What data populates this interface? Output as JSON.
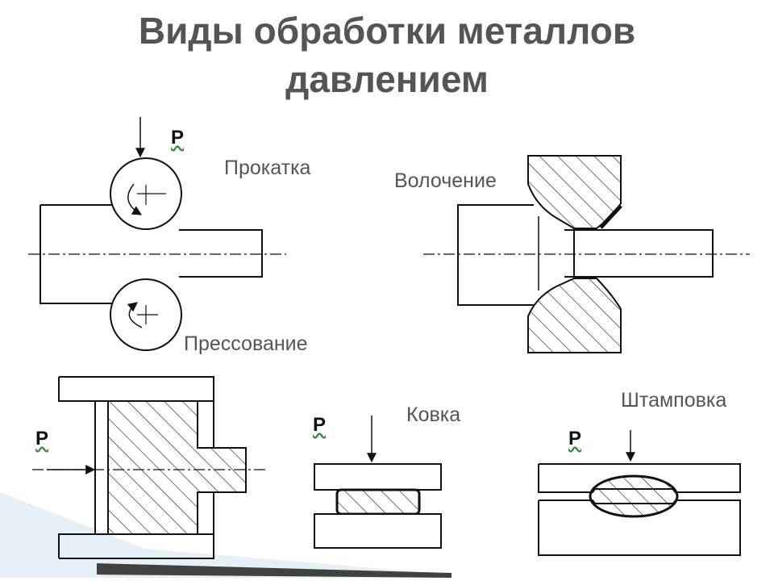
{
  "title": {
    "line1": "Виды обработки металлов",
    "line2": "давлением"
  },
  "labels": {
    "rolling": "Прокатка",
    "drawing": "Волочение",
    "pressing": "Прессование",
    "forging": "Ковка",
    "stamping": "Штамповка"
  },
  "force_label": "P"
}
